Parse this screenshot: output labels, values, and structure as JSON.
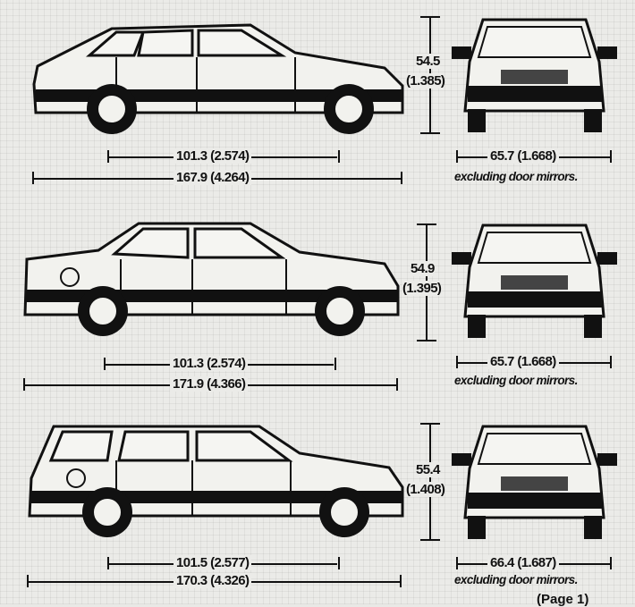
{
  "diagram": {
    "type": "vehicle-dimension-drawing",
    "variants": [
      {
        "body_style": "hatchback",
        "height": "54.5",
        "height_metric": "(1.385)",
        "wheelbase": "101.3 (2.574)",
        "overall_length": "167.9 (4.264)",
        "width": "65.7 (1.668)",
        "width_note": "excluding door mirrors."
      },
      {
        "body_style": "sedan",
        "height": "54.9",
        "height_metric": "(1.395)",
        "wheelbase": "101.3 (2.574)",
        "overall_length": "171.9 (4.366)",
        "width": "65.7 (1.668)",
        "width_note": "excluding door mirrors."
      },
      {
        "body_style": "estate",
        "height": "55.4",
        "height_metric": "(1.408)",
        "wheelbase": "101.5 (2.577)",
        "overall_length": "170.3 (4.326)",
        "width": "66.4 (1.687)",
        "width_note": "excluding door mirrors."
      }
    ],
    "footer_fragment": "(Page 1)"
  }
}
